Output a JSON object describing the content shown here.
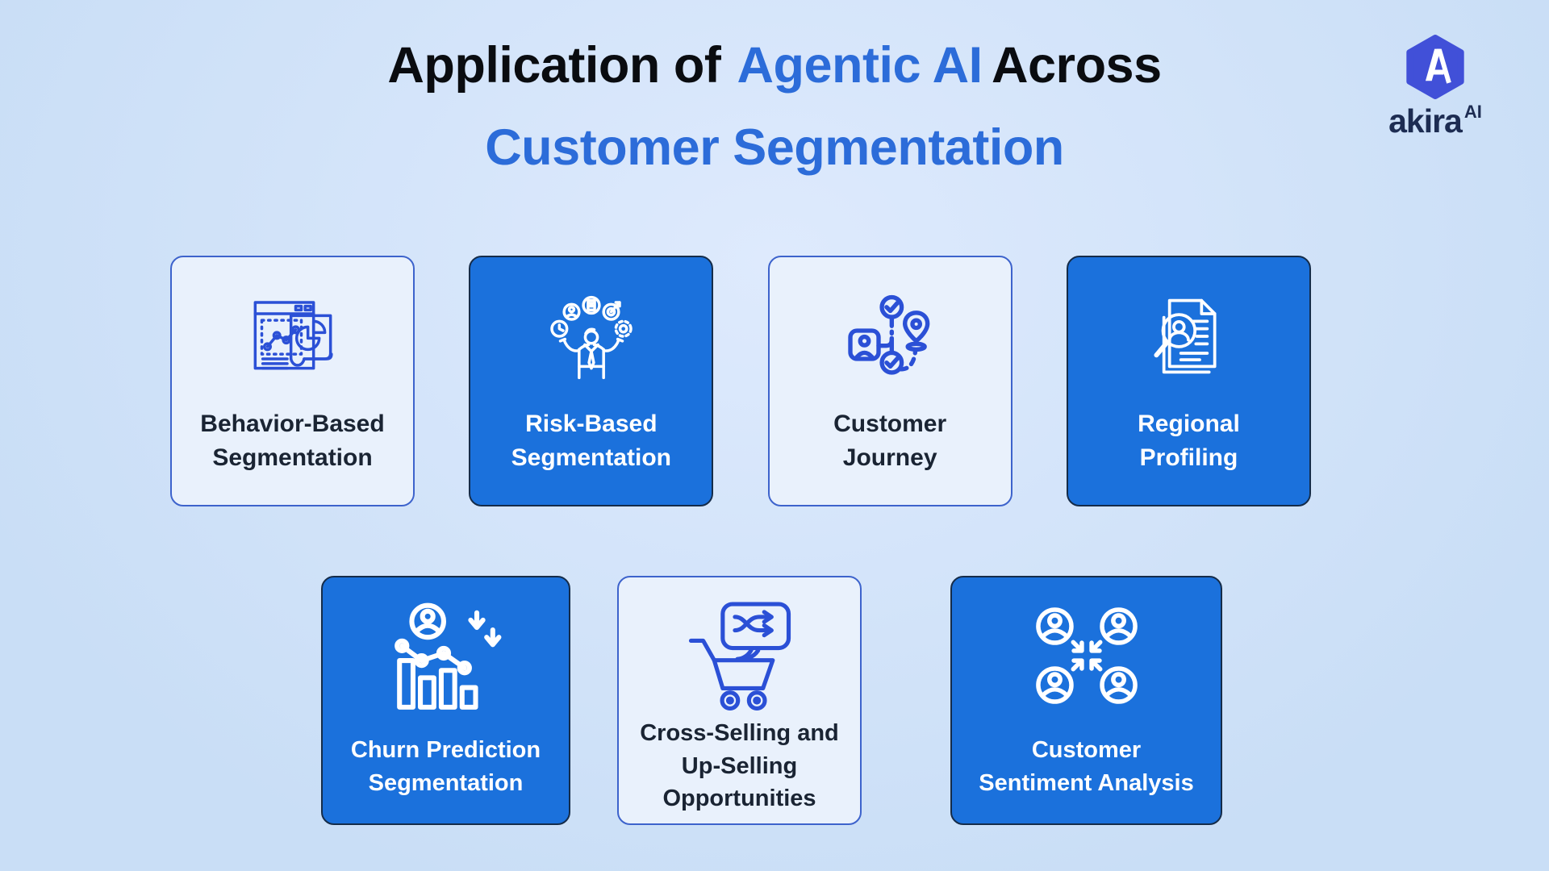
{
  "title": {
    "part1": "Application of",
    "accent": "Agentic AI",
    "part2": "Across",
    "line2": "Customer Segmentation"
  },
  "logo": {
    "brand": "akira",
    "suffix": "AI",
    "mark": "akira-hexagon-a-logo"
  },
  "cards": [
    {
      "id": "behavior-based-segmentation",
      "label_lines": [
        "Behavior-Based",
        "Segmentation"
      ],
      "variant": "light",
      "icon": "analytics-report-icon"
    },
    {
      "id": "risk-based-segmentation",
      "label_lines": [
        "Risk-Based",
        "Segmentation"
      ],
      "variant": "blue",
      "icon": "juggling-tasks-icon"
    },
    {
      "id": "customer-journey",
      "label_lines": [
        "Customer",
        "Journey"
      ],
      "variant": "light",
      "icon": "journey-map-icon"
    },
    {
      "id": "regional-profiling",
      "label_lines": [
        "Regional",
        "Profiling"
      ],
      "variant": "blue",
      "icon": "document-search-icon"
    },
    {
      "id": "churn-prediction-segmentation",
      "label_lines": [
        "Churn Prediction",
        "Segmentation"
      ],
      "variant": "blue",
      "icon": "churn-chart-icon"
    },
    {
      "id": "cross-selling-up-selling-opportunities",
      "label_lines": [
        "Cross-Selling and",
        "Up-Selling",
        "Opportunities"
      ],
      "variant": "light",
      "icon": "cart-shuffle-icon"
    },
    {
      "id": "customer-sentiment-analysis",
      "label_lines": [
        "Customer",
        "Sentiment Analysis"
      ],
      "variant": "blue",
      "icon": "sentiment-group-icon"
    }
  ],
  "colors": {
    "accent": "#2c6cd9",
    "card-blue": "#1b71dc",
    "icon-blue": "#2b50d6",
    "card-light-bg": "#e9f1fc",
    "card-light-border": "#3d63cc",
    "card-blue-border": "#152c49",
    "title-dark": "#0a0c10",
    "label-dark": "#1a2433",
    "logo-hex": "#4150d8",
    "logo-text": "#1d2c52",
    "bg-outer": "#c9def6",
    "bg-inner": "#deeafd"
  }
}
